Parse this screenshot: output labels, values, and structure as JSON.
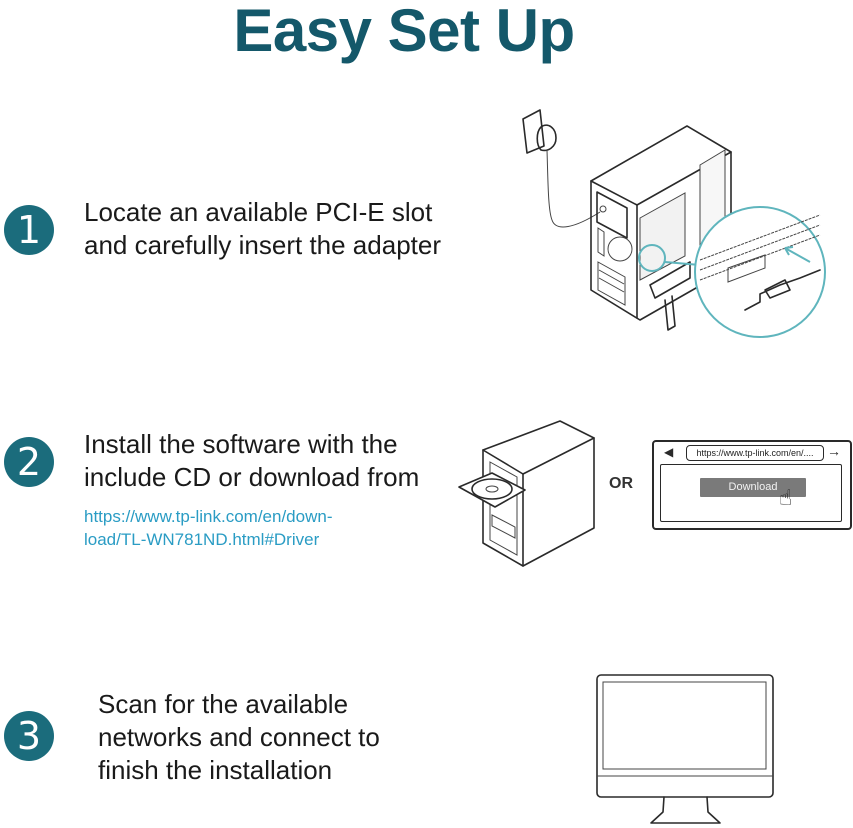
{
  "title": "Easy Set Up",
  "steps": [
    {
      "number": "1",
      "lines": [
        "Locate an available PCI-E slot",
        "and carefully insert the adapter"
      ],
      "illustration": "pc-tower-with-pcie-slot-zoom"
    },
    {
      "number": "2",
      "lines": [
        "Install the software with the",
        "include CD or download from"
      ],
      "link_lines": [
        "https://www.tp-link.com/en/down-",
        "load/TL-WN781ND.html#Driver"
      ],
      "or_label": "OR",
      "browser": {
        "url": "https://www.tp-link.com/en/....",
        "button_label": "Download",
        "back_icon": "arrow-left-icon",
        "forward_icon": "arrow-right-icon",
        "cursor_icon": "hand-pointer-icon"
      },
      "illustration": "pc-tower-with-cd-tray"
    },
    {
      "number": "3",
      "lines": [
        "Scan for the available",
        "networks and connect to",
        "finish the installation"
      ],
      "illustration": "desktop-monitor"
    }
  ],
  "colors": {
    "title": "#14586a",
    "badge": "#1b6c7c",
    "link": "#2a9cc4",
    "zoom_circle": "#5fb5bd"
  },
  "icons": {
    "back": "◀",
    "forward": "→",
    "hand": "☝"
  }
}
